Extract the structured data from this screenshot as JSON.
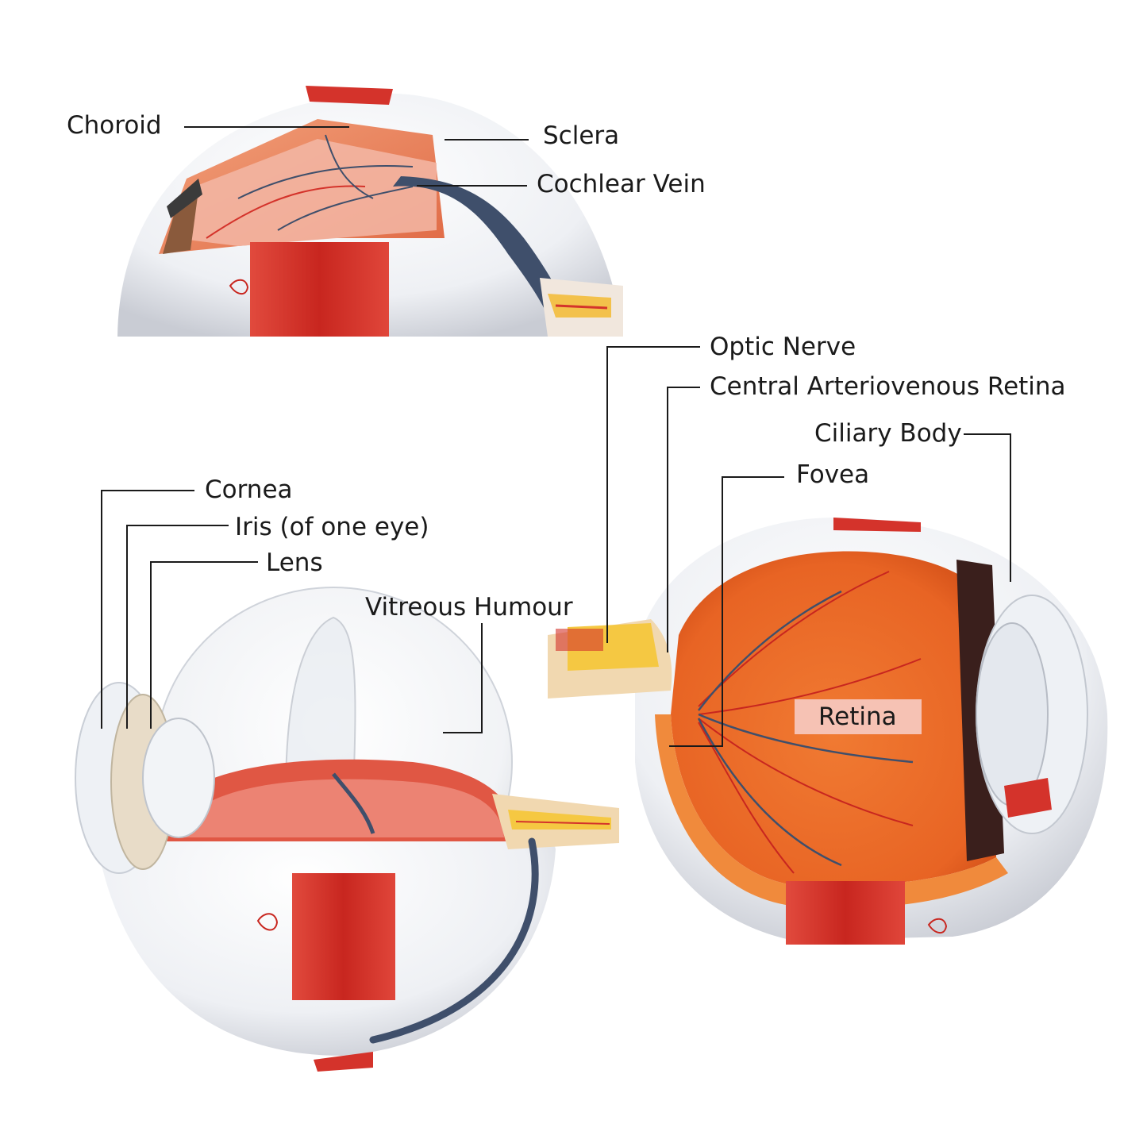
{
  "labels": {
    "choroid": "Choroid",
    "sclera": "Sclera",
    "cochlear_vein": "Cochlear Vein",
    "optic_nerve": "Optic Nerve",
    "central_arteriovenous_retina": "Central Arteriovenous Retina",
    "ciliary_body": "Ciliary Body",
    "fovea": "Fovea",
    "cornea": "Cornea",
    "iris": "Iris (of one eye)",
    "lens": "Lens",
    "vitreous_humour": "Vitreous Humour",
    "retina": "Retina"
  },
  "colors": {
    "sclera_white": "#f3f3f5",
    "muscle_red": "#d4332b",
    "choroid_orange": "#e8743a",
    "retina_orange": "#ee7a2e",
    "vein_blue": "#3f4f6b",
    "nerve_yellow": "#f5c842",
    "glass": "#e9edf2"
  }
}
